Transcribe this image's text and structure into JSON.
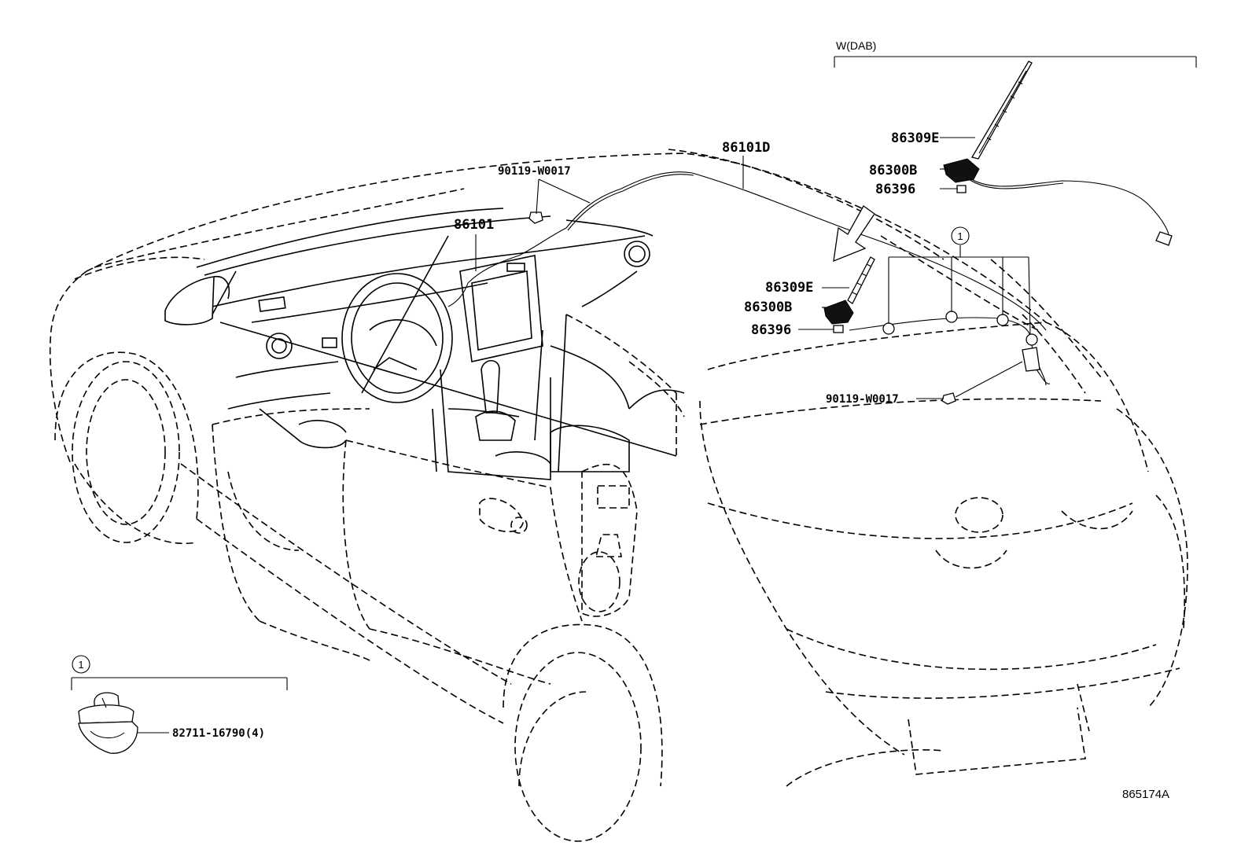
{
  "labels": {
    "variant": "W(DAB)",
    "callout_circle": "1",
    "p_86309E_top": "86309E",
    "p_86300B_top": "86300B",
    "p_86396_top": "86396",
    "p_86101D": "86101D",
    "p_90119_top": "90119-W0017",
    "p_86101": "86101",
    "p_86309E": "86309E",
    "p_86300B": "86300B",
    "p_86396": "86396",
    "p_90119_rear": "90119-W0017",
    "p_82711": "82711-16790(4)",
    "figure_ref": "865174A"
  }
}
